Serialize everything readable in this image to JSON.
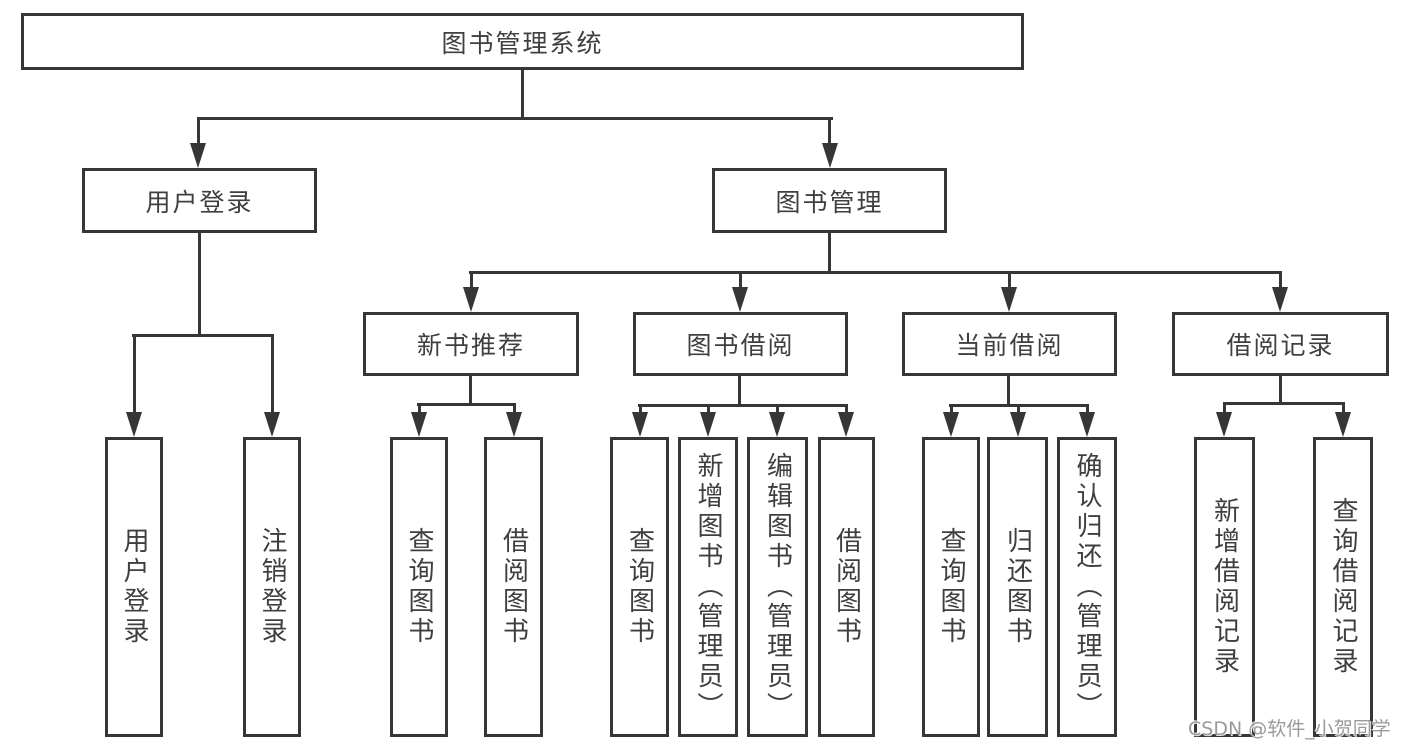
{
  "tree": {
    "root": {
      "label": "图书管理系统"
    },
    "branches": [
      {
        "label": "用户登录",
        "children": [
          {
            "label": "用户登录"
          },
          {
            "label": "注销登录"
          }
        ]
      },
      {
        "label": "图书管理",
        "children": [
          {
            "label": "新书推荐",
            "children": [
              {
                "label": "查询图书"
              },
              {
                "label": "借阅图书"
              }
            ]
          },
          {
            "label": "图书借阅",
            "children": [
              {
                "label": "查询图书"
              },
              {
                "label": "新增图书（管理员）"
              },
              {
                "label": "编辑图书（管理员）"
              },
              {
                "label": "借阅图书"
              }
            ]
          },
          {
            "label": "当前借阅",
            "children": [
              {
                "label": "查询图书"
              },
              {
                "label": "归还图书"
              },
              {
                "label": "确认归还（管理员）"
              }
            ]
          },
          {
            "label": "借阅记录",
            "children": [
              {
                "label": "新增借阅记录"
              },
              {
                "label": "查询借阅记录"
              }
            ]
          }
        ]
      }
    ]
  },
  "watermark": "CSDN @软件_小贺同学",
  "colors": {
    "line": "#363636",
    "text": "#3f3f3f",
    "watermark": "#9a9a9a",
    "background": "#ffffff"
  }
}
